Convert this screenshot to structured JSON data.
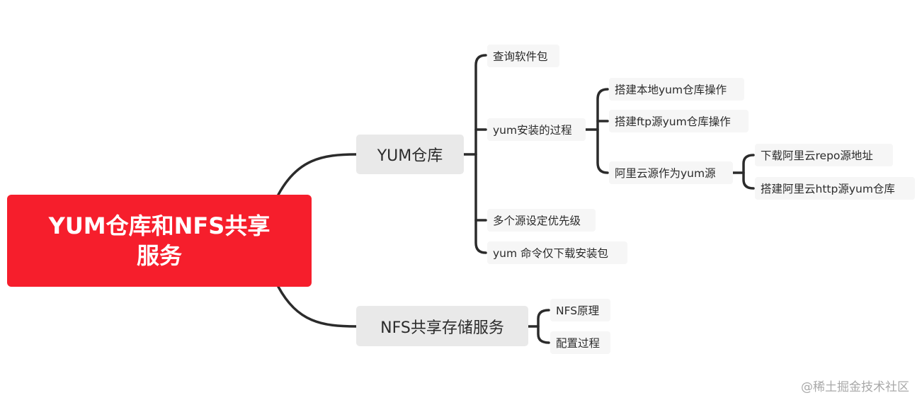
{
  "root": {
    "title": "YUM仓库和NFS共享服务"
  },
  "branches": {
    "yum": {
      "label": "YUM仓库",
      "items": {
        "query": "查询软件包",
        "process": "yum安装的过程",
        "priority": "多个源设定优先级",
        "download": "yum 命令仅下载安装包"
      },
      "process_children": {
        "local": "搭建本地yum仓库操作",
        "ftp": "搭建ftp源yum仓库操作",
        "aliyun": "阿里云源作为yum源"
      },
      "aliyun_children": {
        "repo": "下载阿里云repo源地址",
        "http": "搭建阿里云http源yum仓库"
      }
    },
    "nfs": {
      "label": "NFS共享存储服务",
      "items": {
        "principle": "NFS原理",
        "config": "配置过程"
      }
    }
  },
  "watermark": "@稀土掘金技术社区",
  "colors": {
    "root_fill": "#f61e2c",
    "branch_fill": "#e9e9e9",
    "leaf_fill": "#f6f6f6",
    "line": "#2b2b2b"
  }
}
